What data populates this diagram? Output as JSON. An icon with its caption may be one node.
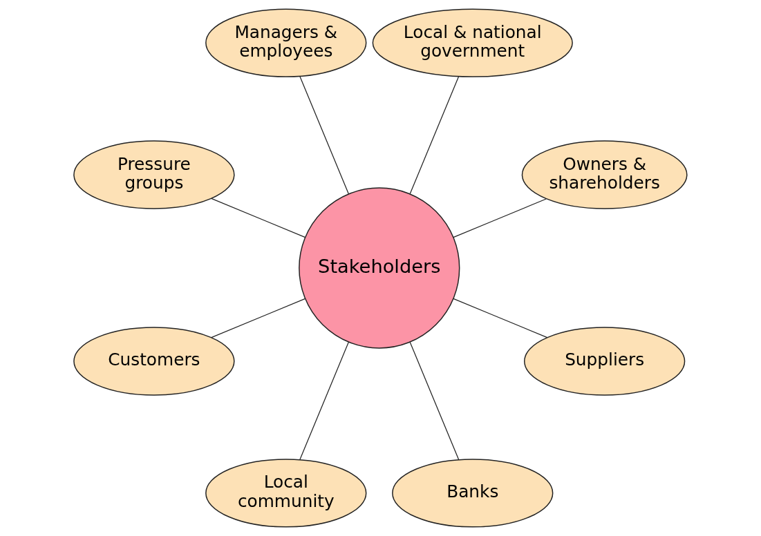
{
  "diagram": {
    "nodes": [
      {
        "text": [
          "Stakeholders"
        ]
      },
      {
        "text": [
          "Owners & shareholders"
        ]
      },
      {
        "text": [
          "Local & national government"
        ]
      },
      {
        "text": [
          "Managers & employees"
        ]
      },
      {
        "text": [
          "Pressure groups"
        ]
      },
      {
        "text": [
          "Customers"
        ]
      },
      {
        "text": [
          "Local community"
        ]
      },
      {
        "text": [
          "Banks"
        ]
      },
      {
        "text": [
          "Suppliers"
        ]
      }
    ],
    "edges": [
      {
        "from": 0,
        "to": 1,
        "arrow": "none"
      },
      {
        "from": 0,
        "to": 3,
        "arrow": "none"
      },
      {
        "from": 0,
        "to": 5,
        "arrow": "none"
      },
      {
        "from": 0,
        "to": 7,
        "arrow": "none"
      },
      {
        "from": 0,
        "to": 8,
        "arrow": "none"
      },
      {
        "from": 0,
        "to": 6,
        "arrow": "none"
      },
      {
        "from": 0,
        "to": 4,
        "arrow": "none"
      },
      {
        "from": 0,
        "to": 2,
        "arrow": "none"
      }
    ]
  }
}
